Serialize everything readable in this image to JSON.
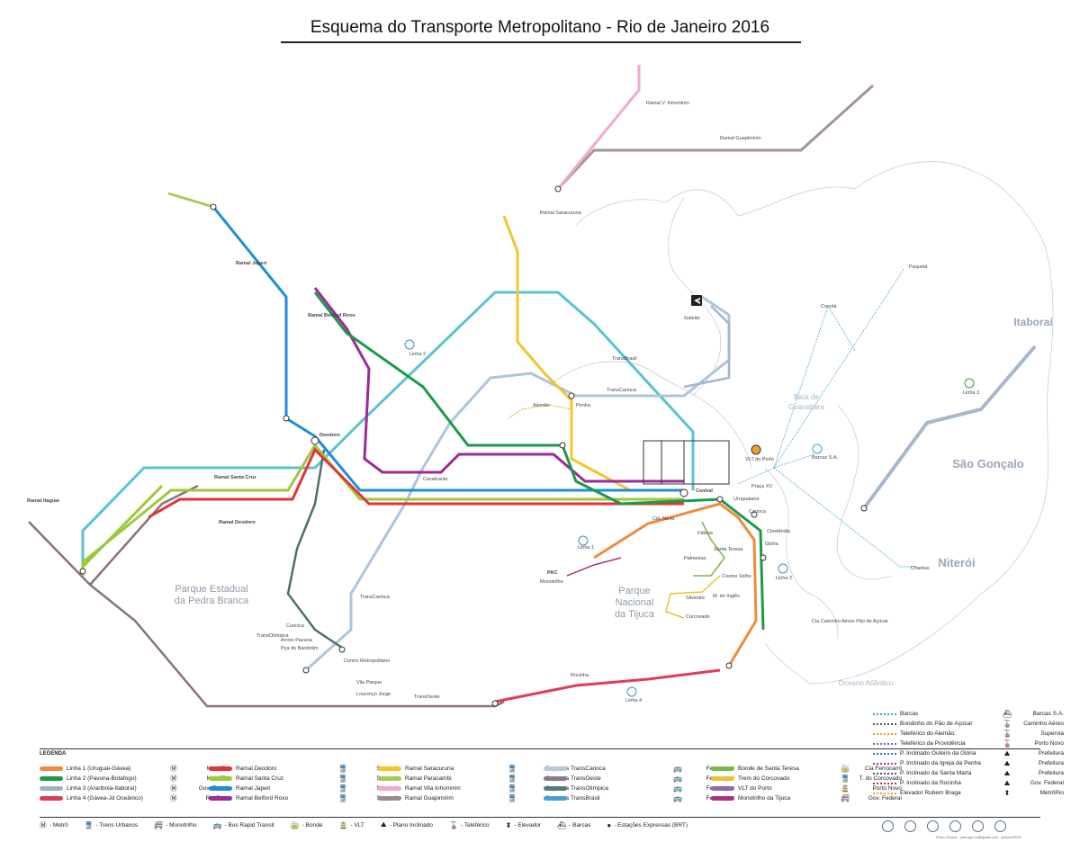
{
  "title": "Esquema do Transporte Metropolitano - Rio de Janeiro 2016",
  "regions": {
    "itaborai": "Itaboraí",
    "sao_goncalo": "São Gonçalo",
    "niteroi": "Niterói"
  },
  "areas": {
    "pedra_branca": [
      "Parque Estadual",
      "da Pedra Branca"
    ],
    "tijuca": [
      "Parque",
      "Nacional",
      "da Tijuca"
    ],
    "guanabara": [
      "Baía de",
      "Guanabara"
    ],
    "atlantico": "Oceano Atlântico"
  },
  "map_labels": {
    "deodoro": "Deodoro",
    "central": "Central",
    "cidade_nova": "Cid. Nova",
    "praca_xv": "Praça XV",
    "uruguaiana": "Uruguaiana",
    "carioca": "Carioca",
    "cinelandia": "Cinelândia",
    "gloria": "Glória",
    "cavalcante": "Cavalcante",
    "alemao": "Alemão",
    "penha": "Penha",
    "santa_teresa": "Santa Teresa",
    "fatima": "Fátima",
    "palmeiras": "Palmeiras",
    "silvestre": "Silvestre",
    "cosme_velho": "Cosme Velho",
    "m_do_ingles": "M. do Inglês",
    "corcovado": "Corcovado",
    "centro_metropolitano": "Centro Metropolitano",
    "vila_parque": "Vila Parque",
    "lourenco_jorge": "Lourenço Jorge",
    "curicica": "Curicica",
    "arroio_pavuna": "Arroio Pavuna",
    "pca_bandolim": "Pça do Bandolim",
    "ramal_deodoro": "Ramal Deodoro",
    "ramal_santa_cruz": "Ramal Santa Cruz",
    "ramal_japeri": "Ramal Japeri",
    "ramal_belford_roxo": "Ramal Belford Roxo",
    "ramal_itaguai": "Ramal Itaguaí",
    "ramal_guapimirim": "Ramal Guapimirim",
    "ramal_vila_inhomirim": "Ramal V. Inhomirim",
    "ramal_saracuruna": "Ramal Saracuruna",
    "trans_carioca": "TransCarioca",
    "trans_brasil": "TransBrasil",
    "trans_olimpica": "TransOlímpica",
    "trans_oeste": "TransOeste",
    "linha1": "Linha 1",
    "linha2": "Linha 2",
    "linha3": "Linha 3",
    "linha4": "Linha 4",
    "monotrilho": "Monotrilho",
    "pac": "PAC",
    "barcas": "Barcas S.A.",
    "vlt": "VLT do Porto",
    "paqueta": "Paquetá",
    "cocota": "Cocotá",
    "charitas": "Charitas",
    "caminho_aereo": "Cia Caminho Aéreo Pão de Açúcar",
    "galeao": "Galeão",
    "nocinha": "Rocinha"
  },
  "legend": {
    "title": "LEGENDA",
    "col1": [
      {
        "name": "Linha 1 (Uruguai-Gávea)",
        "op": "MetrôRio",
        "icon": "metro-icon",
        "color": "#f08a3c"
      },
      {
        "name": "Linha 2 (Pavuna-Botafogo)",
        "op": "MetrôRio",
        "icon": "metro-icon",
        "color": "#1a9a4a"
      },
      {
        "name": "Linha 3 (Arariboia-Itaboraí)",
        "op": "Gov. Estado",
        "icon": "metro-icon",
        "color": "#9db0c8"
      },
      {
        "name": "Linha 4 (Gávea-Jd Oceânico)",
        "op": "Rio Barra",
        "icon": "metro-icon",
        "color": "#e03c5a"
      }
    ],
    "col2": [
      {
        "name": "Ramal Deodoro",
        "op": "Supervia",
        "icon": "train-icon",
        "color": "#e53238"
      },
      {
        "name": "Ramal Santa Cruz",
        "op": "Supervia",
        "icon": "train-icon",
        "color": "#9ec83c"
      },
      {
        "name": "Ramal Japeri",
        "op": "Supervia",
        "icon": "train-icon",
        "color": "#1e8fd6"
      },
      {
        "name": "Ramal Belford Roxo",
        "op": "Supervia",
        "icon": "train-icon",
        "color": "#9e2a9a"
      }
    ],
    "col3": [
      {
        "name": "Ramal Saracuruna",
        "op": "Supervia",
        "icon": "train-icon",
        "color": "#f6c52c"
      },
      {
        "name": "Ramal Paracambi",
        "op": "Supervia",
        "icon": "train-icon",
        "color": "#a8c95a"
      },
      {
        "name": "Ramal Vila Inhomirim",
        "op": "Supervia",
        "icon": "train-icon",
        "color": "#f3a6d0"
      },
      {
        "name": "Ramal Guapimirim",
        "op": "Supervia",
        "icon": "train-icon",
        "color": "#9b8a8c"
      }
    ],
    "col4": [
      {
        "name": "TransCarioca",
        "op": "Fetranspor",
        "icon": "bus-icon",
        "color": "#b8c8dc"
      },
      {
        "name": "TransOeste",
        "op": "Fetranspor",
        "icon": "bus-icon",
        "color": "#8a7a8a"
      },
      {
        "name": "TransOlímpica",
        "op": "Fetranspor",
        "icon": "bus-icon",
        "color": "#5a7a7a"
      },
      {
        "name": "TransBrasil",
        "op": "Fetranspor",
        "icon": "bus-icon",
        "color": "#4a9fd0"
      }
    ],
    "col5": [
      {
        "name": "Bonde de Santa Teresa",
        "op": "Cia Ferrocarril",
        "icon": "tram-icon",
        "color": "#7ab648"
      },
      {
        "name": "Trem do Corcovado",
        "op": "T. do Corcovado",
        "icon": "train-icon",
        "color": "#f0c030"
      },
      {
        "name": "VLT do Porto",
        "op": "Porto Novo",
        "icon": "vlt-icon",
        "color": "#8a6ab0"
      },
      {
        "name": "Monotrilho da Tijuca",
        "op": "Gov. Federal",
        "icon": "monorail-icon",
        "color": "#b03080"
      }
    ],
    "col6": [
      {
        "name": "Barcas",
        "op": "Barcas S.A.",
        "icon": "boat-icon",
        "color": "#3aa0d8"
      },
      {
        "name": "Bondinho do Pão de Açúcar",
        "op": "Caminho Aéreo",
        "icon": "cable-icon",
        "color": "#555555"
      },
      {
        "name": "Teleférico do Alemão",
        "op": "Supervia",
        "icon": "cable-icon",
        "color": "#e8a020"
      },
      {
        "name": "Teleférico da Providência",
        "op": "Porto Novo",
        "icon": "cable-icon",
        "color": "#7a6a9a"
      },
      {
        "name": "P. Inclinado Outeiro da Glória",
        "op": "Prefeitura",
        "icon": "incline-icon",
        "color": "#2a70c8"
      },
      {
        "name": "P. Inclinado da Igreja da Penha",
        "op": "Prefeitura",
        "icon": "incline-icon",
        "color": "#d02a8a"
      },
      {
        "name": "P. Inclinado da Santa Marta",
        "op": "Prefeitura",
        "icon": "incline-icon",
        "color": "#4a4ab0"
      },
      {
        "name": "P. Inclinado da Rocinha",
        "op": "Gov. Federal",
        "icon": "incline-icon",
        "color": "#c82a4a"
      },
      {
        "name": "Elevador Rubem Braga",
        "op": "MetrôRio",
        "icon": "elevator-icon",
        "color": "#f0a030"
      }
    ],
    "keys": [
      {
        "icon": "metro-icon",
        "label": "- Metrô"
      },
      {
        "icon": "train-icon",
        "label": "- Trens Urbanos"
      },
      {
        "icon": "monorail-icon",
        "label": "- Monotrilho"
      },
      {
        "icon": "bus-icon",
        "label": "- Bus Rapid Transit"
      },
      {
        "icon": "tram-icon",
        "label": "- Bonde"
      },
      {
        "icon": "vlt-icon",
        "label": "- VLT"
      },
      {
        "icon": "incline-icon",
        "label": "- Plano Inclinado"
      },
      {
        "icon": "cable-icon",
        "label": "- Teleférico"
      },
      {
        "icon": "elevator-icon",
        "label": "- Elevador"
      },
      {
        "icon": "boat-icon",
        "label": "- Barcas"
      },
      {
        "icon": "brt-stop-icon",
        "label": "- Estações Expressas (BRT)"
      }
    ],
    "credit": "Pedro Souza - pedroqz.rio@gmail.com - janeiro/2016"
  }
}
